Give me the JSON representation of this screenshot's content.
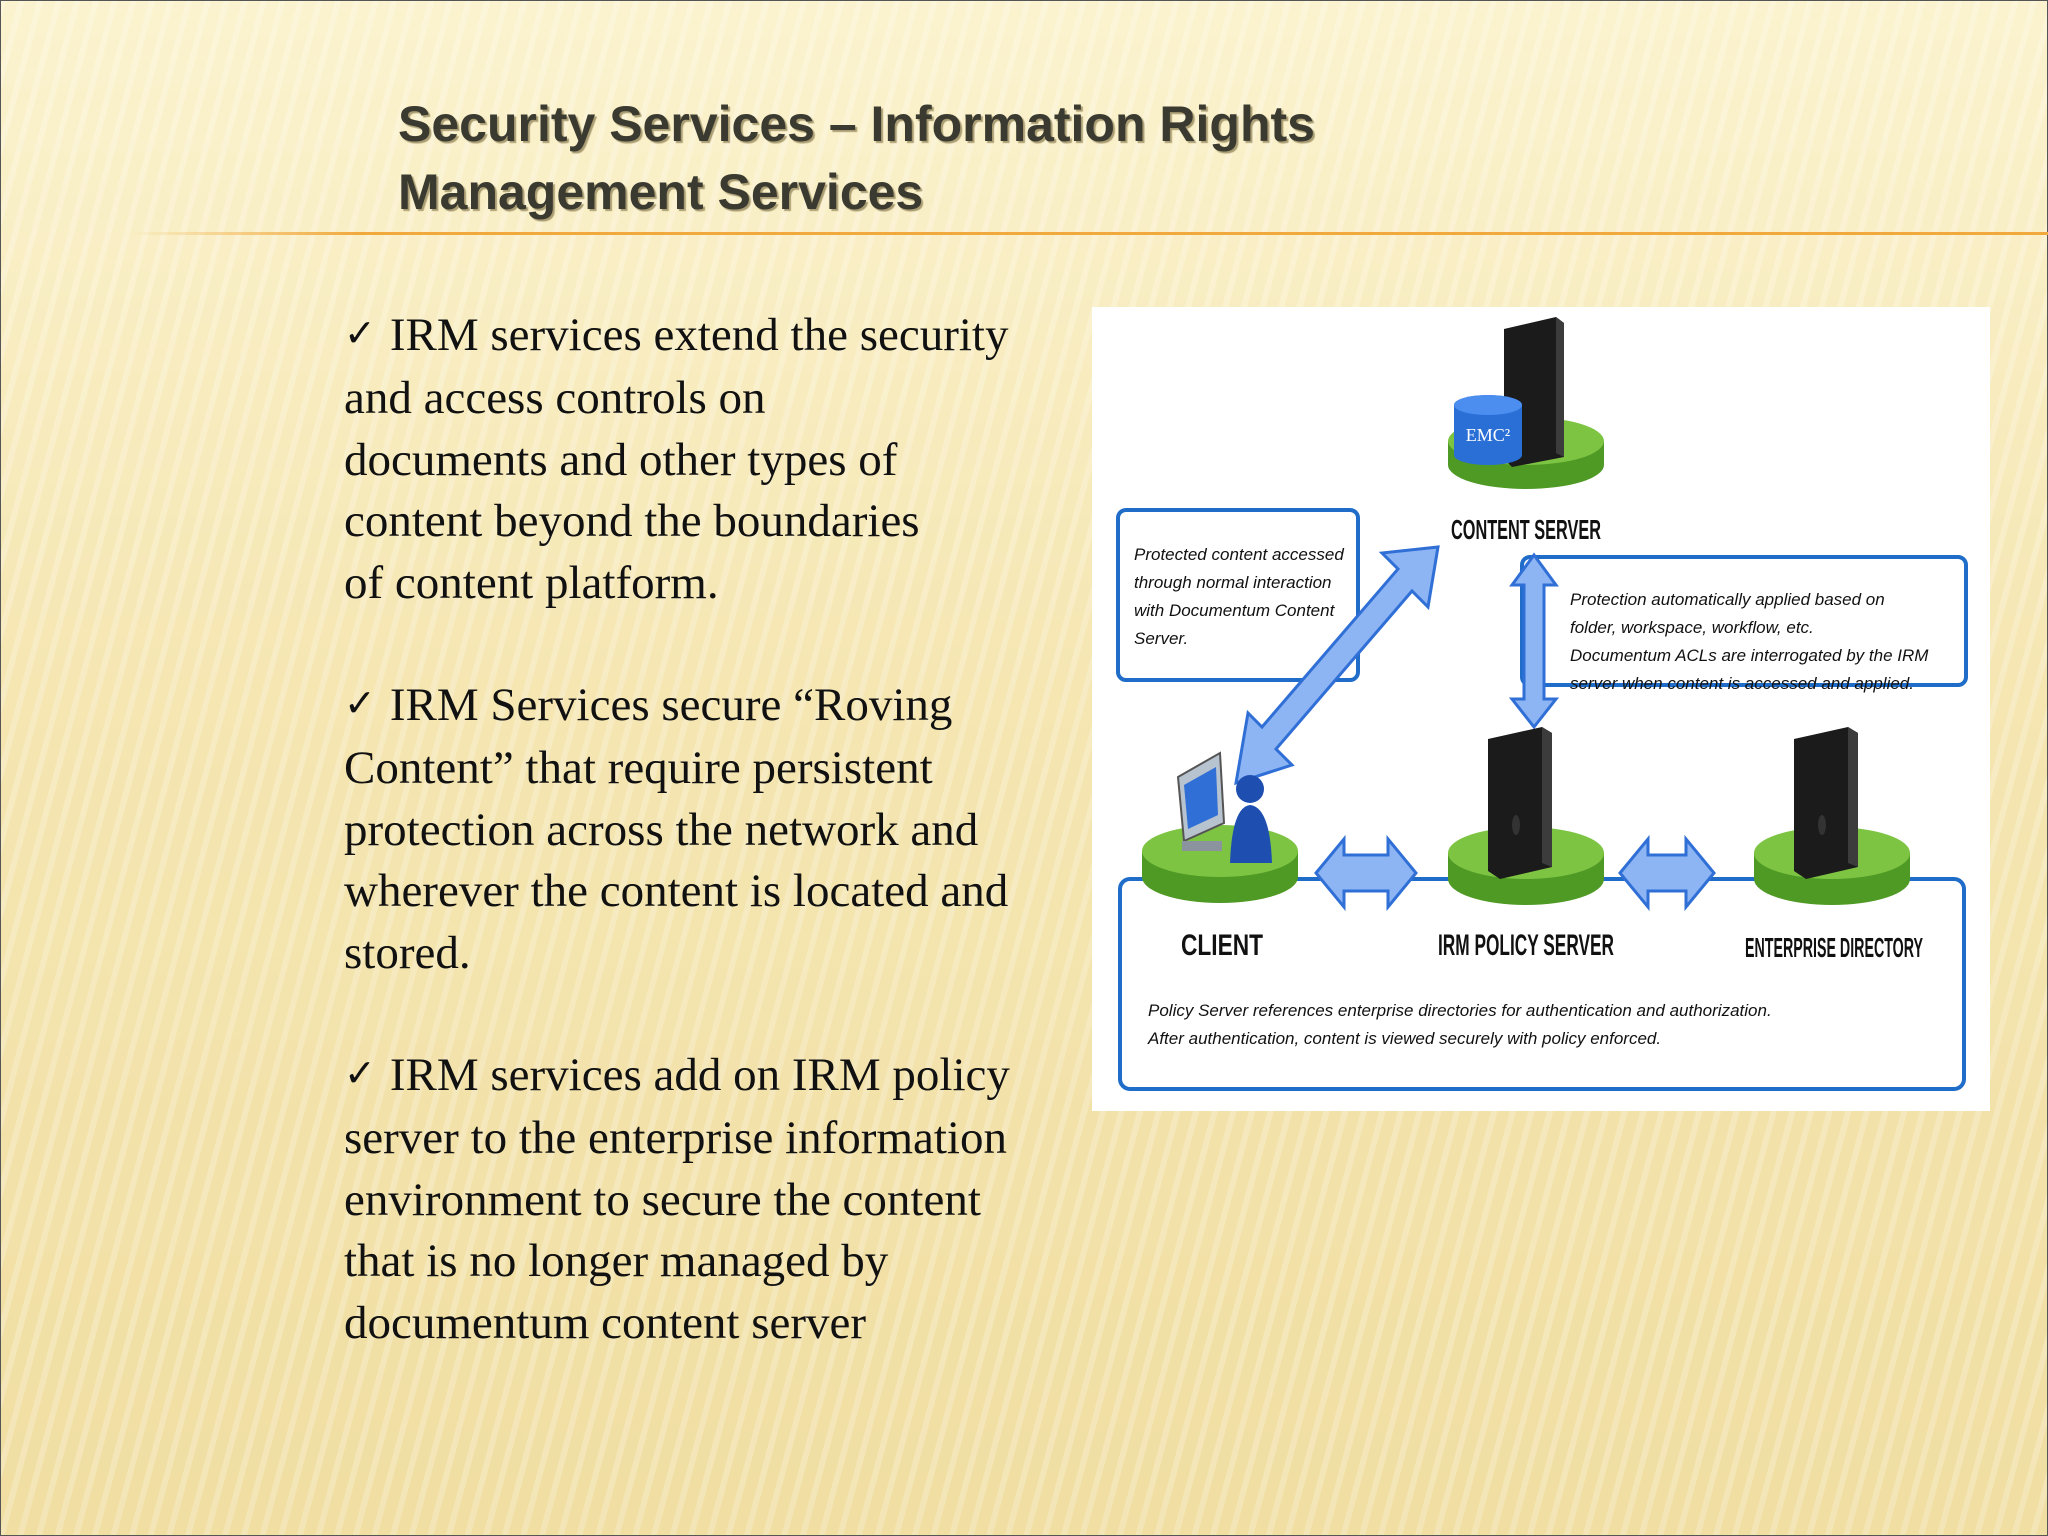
{
  "slide": {
    "title_lines": [
      "Security Services – Information Rights",
      "Management Services"
    ],
    "check_glyph": "✓",
    "bullets": [
      {
        "text": "IRM services extend the security\nand access controls on\ndocuments and other types of\ncontent beyond the boundaries\nof content platform."
      },
      {
        "text": "IRM Services secure “Roving\nContent” that require persistent\nprotection across the network and\nwherever the content is located and\nstored."
      },
      {
        "text": "IRM services add on IRM policy\nserver to the enterprise information\nenvironment to secure the content\nthat is no longer managed by\ndocumentum content server"
      }
    ]
  },
  "diagram": {
    "nodes": {
      "content_server": {
        "label": "CONTENT SERVER",
        "icon": "server-with-database-icon",
        "db_label": "EMC²"
      },
      "client": {
        "label": "CLIENT",
        "icon": "user-workstation-icon"
      },
      "policy_server": {
        "label": "IRM POLICY SERVER",
        "icon": "server-icon"
      },
      "enterprise_directory": {
        "label": "ENTERPRISE DIRECTORY",
        "icon": "server-icon"
      }
    },
    "notes": {
      "left": [
        "Protected content accessed",
        "through normal interaction",
        "with Documentum Content",
        "Server."
      ],
      "right": [
        "Protection automatically applied based on",
        "folder, workspace, workflow, etc.",
        "Documentum ACLs are interrogated by the IRM",
        "server when content is accessed and applied."
      ],
      "bottom": [
        "Policy Server references enterprise directories for authentication and authorization.",
        "After authentication, content is viewed securely with policy enforced."
      ]
    },
    "colors": {
      "arrow": "#8db4f3",
      "arrow_stroke": "#2f6fd6",
      "box_stroke": "#1f6dc8",
      "platform": "#7dc443",
      "server": "#1b1b1b"
    }
  }
}
